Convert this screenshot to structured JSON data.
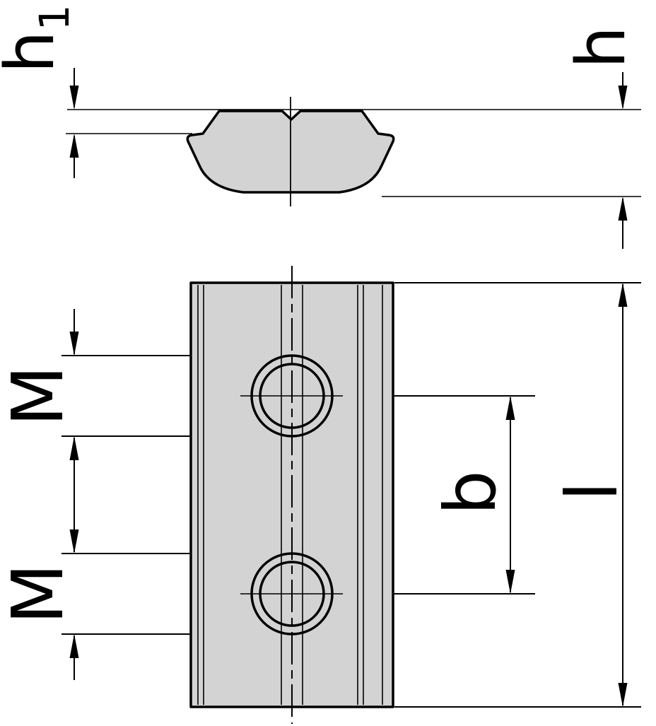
{
  "drawing": {
    "kind": "technical-drawing",
    "subject": "slot-nut-with-two-threaded-holes",
    "colors": {
      "line": "#000000",
      "part_fill": "#d3d3d3",
      "hole_fill": "#ffffff",
      "background": "#ffffff"
    },
    "section_view": {
      "labels": {
        "h1_base": "h",
        "h1_sub": "1",
        "h": "h"
      }
    },
    "plan_view": {
      "labels": {
        "m_top": "M",
        "m_bottom": "M",
        "b": "b",
        "l": "l"
      }
    }
  }
}
